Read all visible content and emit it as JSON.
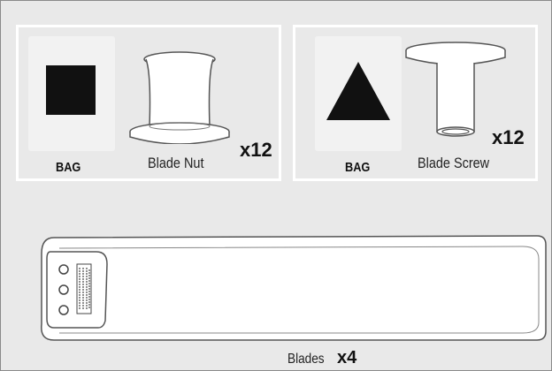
{
  "kit": {
    "left_panel": {
      "bag_label": "BAG",
      "part_name": "Blade Nut",
      "quantity": "x12"
    },
    "right_panel": {
      "bag_label": "BAG",
      "part_name": "Blade Screw",
      "quantity": "x12"
    },
    "blades": {
      "part_name": "Blades",
      "quantity": "x4"
    }
  }
}
